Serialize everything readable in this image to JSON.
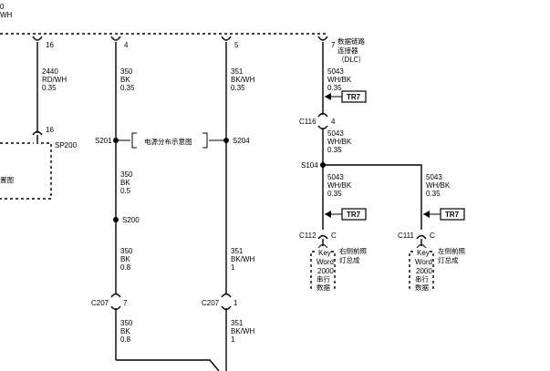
{
  "edge_labels": [
    "0",
    "WH"
  ],
  "module_box_label": "置图",
  "dlc_label": [
    "数据链路",
    "连接器",
    "（DLC）"
  ],
  "pins": {
    "p16": "16",
    "p4": "4",
    "p5": "5",
    "p7": "7"
  },
  "wires": {
    "w2440": [
      "2440",
      "RD/WH",
      "0.35"
    ],
    "w350a": [
      "350",
      "BK",
      "0.35"
    ],
    "w351a": [
      "351",
      "BK/WH",
      "0.35"
    ],
    "w5043a": [
      "5043",
      "WH/BK",
      "0.35"
    ],
    "w5043b": [
      "5043",
      "WH/BK",
      "0.35"
    ],
    "w350b": [
      "350",
      "BK",
      "0.5"
    ],
    "w5043c": [
      "5043",
      "WH/BK",
      "0.35"
    ],
    "w5043d": [
      "5043",
      "WH/BK",
      "0.35"
    ],
    "w350c": [
      "350",
      "BK",
      "0.8"
    ],
    "w351b": [
      "351",
      "BK/WH",
      "1"
    ],
    "w350d": [
      "350",
      "BK",
      "0.8"
    ],
    "w351c": [
      "351",
      "BK/WH",
      "1"
    ]
  },
  "splices": {
    "sp200": "SP200",
    "s201": "S201",
    "s204": "S204",
    "s104": "S104",
    "s200": "S200"
  },
  "connectors": {
    "c116": {
      "name": "C116",
      "pin": "4"
    },
    "c112": {
      "name": "C112",
      "pin": "C"
    },
    "c111": {
      "name": "C111",
      "pin": "C"
    },
    "c207a": {
      "name": "C207",
      "pin": "7"
    },
    "c207b": {
      "name": "C207",
      "pin": "1"
    },
    "c16": {
      "pin": "16"
    }
  },
  "power_dist_label": "电源分布示意图",
  "tr7": {
    "a": "TR7",
    "b": "TR7",
    "c": "TR7"
  },
  "component_right": [
    "右侧前照",
    "灯总成"
  ],
  "component_left": [
    "左侧前照",
    "灯总成"
  ],
  "keyword_box": [
    "Key",
    "Word",
    "2000",
    "串行",
    "数据"
  ],
  "keyword_box2": [
    "Key",
    "Word",
    "2000",
    "串行",
    "数据"
  ]
}
